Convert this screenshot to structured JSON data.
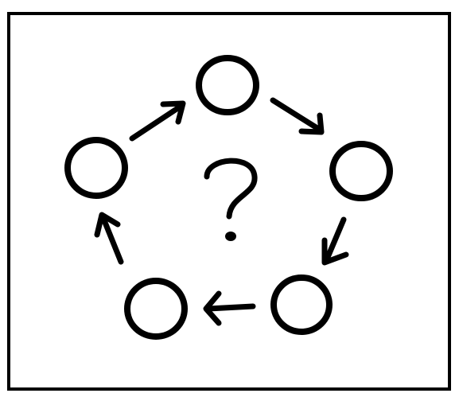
{
  "diagram": {
    "center_symbol": "?",
    "node_count": 5,
    "flow_direction": "clockwise",
    "nodes": [
      {
        "id": "node-top"
      },
      {
        "id": "node-right"
      },
      {
        "id": "node-bottom-right"
      },
      {
        "id": "node-bottom-left"
      },
      {
        "id": "node-left"
      }
    ],
    "edges": [
      {
        "from": "node-top",
        "to": "node-right"
      },
      {
        "from": "node-right",
        "to": "node-bottom-right"
      },
      {
        "from": "node-bottom-right",
        "to": "node-bottom-left"
      },
      {
        "from": "node-bottom-left",
        "to": "node-left"
      },
      {
        "from": "node-left",
        "to": "node-top"
      }
    ]
  },
  "colors": {
    "ink": "#000000",
    "paper": "#ffffff"
  }
}
